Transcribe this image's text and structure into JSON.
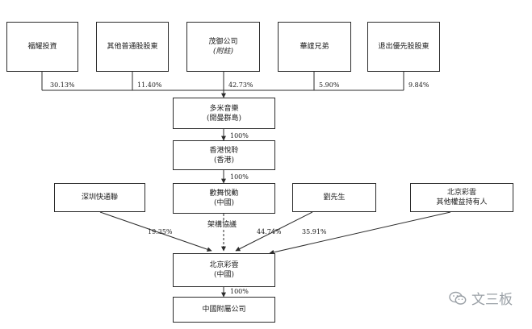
{
  "shareholders": [
    {
      "name": "福耀投資",
      "pct": "30.13%"
    },
    {
      "name": "其他普通股股東",
      "pct": "11.40%"
    },
    {
      "name": "茂御公司",
      "note": "(附註)",
      "pct": "42.73%"
    },
    {
      "name": "華誼兄弟",
      "pct": "5.90%"
    },
    {
      "name": "退出優先股股東",
      "pct": "9.84%"
    }
  ],
  "chain": [
    {
      "line1": "多米音樂",
      "line2": "(開曼群島)"
    },
    {
      "line1": "香港悅聆",
      "line2": "(香港)"
    },
    {
      "line1": "歡舞悅動",
      "line2": "(中國)"
    },
    {
      "line1": "北京彩雲",
      "line2": "(中國)"
    },
    {
      "line1": "中國附屬公司"
    }
  ],
  "chain_pcts": [
    "100%",
    "100%",
    "100%"
  ],
  "others": [
    {
      "name": "深圳快通聯",
      "pct": "19.35%"
    },
    {
      "name": "劉先生",
      "pct": "44.74%"
    },
    {
      "line1": "北京彩雲",
      "line2": "其他權益持有人",
      "pct": "35.91%"
    }
  ],
  "contract_label": "架構協議",
  "watermark": {
    "text": "文三板",
    "icon": "wechat-icon"
  }
}
